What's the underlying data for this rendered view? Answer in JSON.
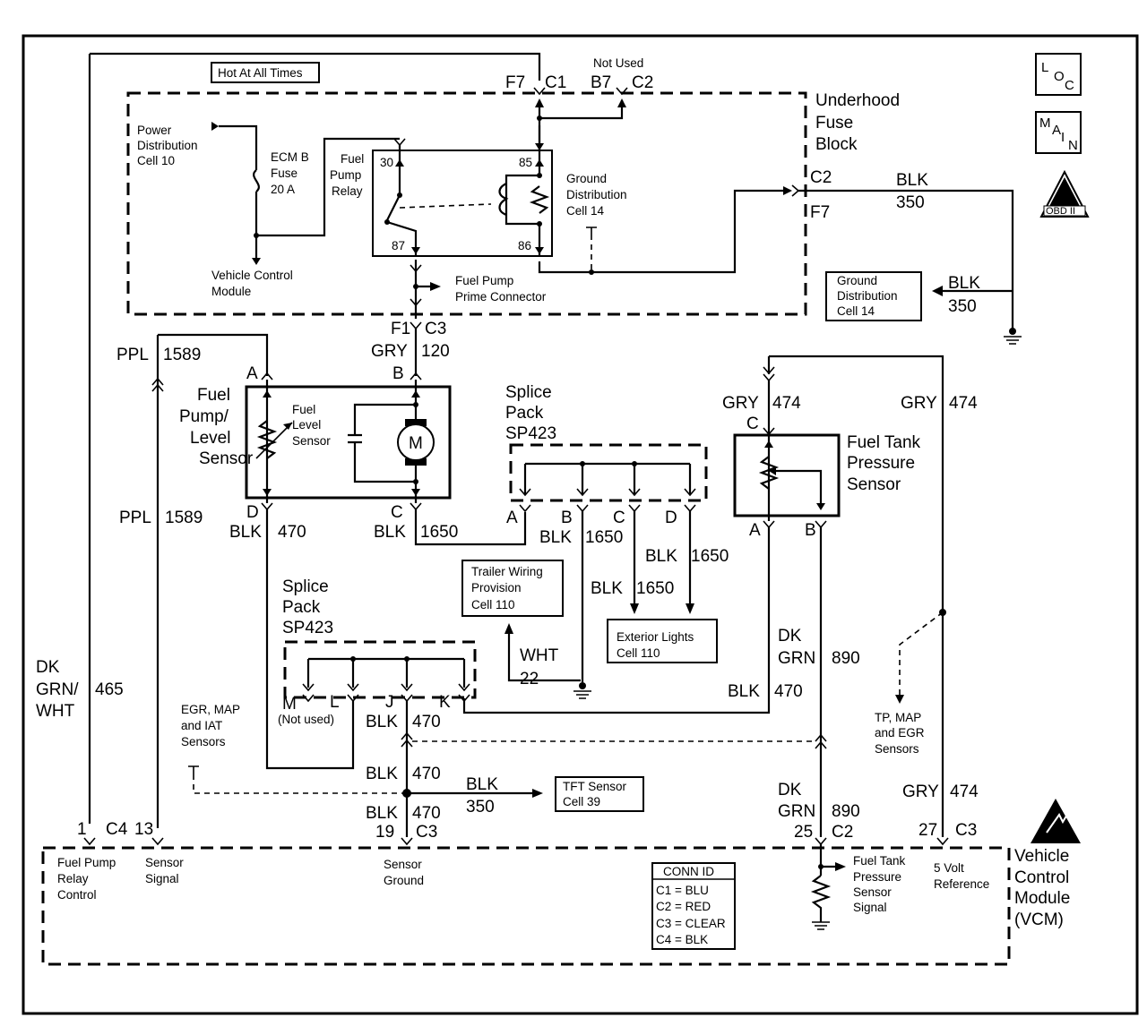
{
  "labels": {
    "hot_at_all_times": "Hot At All Times",
    "not_used_top": "Not Used",
    "underhood_fuse_block": [
      "Underhood",
      "Fuse",
      "Block"
    ],
    "power_distribution": [
      "Power",
      "Distribution",
      "Cell 10"
    ],
    "ecm_b_fuse": [
      "ECM B",
      "Fuse",
      "20 A"
    ],
    "fuel_pump_relay": [
      "Fuel",
      "Pump",
      "Relay"
    ],
    "ground_distribution_1": [
      "Ground",
      "Distribution",
      "Cell 14"
    ],
    "vehicle_control_module": [
      "Vehicle Control",
      "Module"
    ],
    "fuel_pump_prime_connector": [
      "Fuel Pump",
      "Prime  Connector"
    ],
    "ground_distribution_2": [
      "Ground",
      "Distribution",
      "Cell 14"
    ],
    "fuel_pump_level_sensor": [
      "Fuel",
      "Pump/",
      "Level",
      "Sensor"
    ],
    "fuel_level_sensor": [
      "Fuel",
      "Level",
      "Sensor"
    ],
    "motor": "M",
    "splice_pack_1": [
      "Splice",
      "Pack",
      "SP423"
    ],
    "splice_pack_2": [
      "Splice",
      "Pack",
      "SP423"
    ],
    "fuel_tank_pressure_sensor": [
      "Fuel Tank",
      "Pressure",
      "Sensor"
    ],
    "trailer_wiring": [
      "Trailer Wiring",
      "Provision",
      "Cell 110"
    ],
    "exterior_lights": [
      "Exterior Lights",
      "Cell 110"
    ],
    "not_used_m": "(Not used)",
    "egr_map_iat": [
      "EGR, MAP",
      "and IAT",
      "Sensors"
    ],
    "tp_map_egr": [
      "TP, MAP",
      "and EGR",
      "Sensors"
    ],
    "tft_sensor": [
      "TFT Sensor",
      "Cell 39"
    ],
    "vcm": [
      "Vehicle",
      "Control",
      "Module",
      "(VCM)"
    ],
    "fuel_pump_relay_control": [
      "Fuel Pump",
      "Relay",
      "Control"
    ],
    "sensor_signal": [
      "Sensor",
      "Signal"
    ],
    "sensor_ground": [
      "Sensor",
      "Ground"
    ],
    "ftp_sensor_signal": [
      "Fuel Tank",
      "Pressure",
      "Sensor",
      "Signal"
    ],
    "five_volt_ref": [
      "5 Volt",
      "Reference"
    ],
    "conn_id_title": "CONN ID",
    "conn_id": [
      "C1 = BLU",
      "C2 = RED",
      "C3 = CLEAR",
      "C4 = BLK"
    ],
    "loc": [
      "L",
      "O",
      "C"
    ],
    "main": [
      "M",
      "A",
      "I",
      "N"
    ],
    "obd": [
      "II",
      "OBD II"
    ]
  },
  "pins": {
    "f7": "F7",
    "c1": "C1",
    "b7": "B7",
    "c2": "C2",
    "f7_right": "F7",
    "t30": "30",
    "t85": "85",
    "t87": "87",
    "t86": "86",
    "f1": "F1",
    "c3": "C3",
    "a": "A",
    "b": "B",
    "c": "C",
    "d": "D",
    "sp_a": "A",
    "sp_b": "B",
    "sp_c": "C",
    "sp_d": "D",
    "ftp_c": "C",
    "ftp_a": "A",
    "ftp_b": "B",
    "m": "M",
    "l": "L",
    "j": "J",
    "k": "K",
    "vcm_1": "1",
    "vcm_c4": "C4",
    "vcm_13": "13",
    "vcm_19": "19",
    "vcm_c3a": "C3",
    "vcm_25": "25",
    "vcm_c2": "C2",
    "vcm_27": "27",
    "vcm_c3b": "C3"
  },
  "wires": {
    "blk": "BLK",
    "n350": "350",
    "gry": "GRY",
    "n120": "120",
    "ppl": "PPL",
    "n1589": "1589",
    "n470": "470",
    "n1650": "1650",
    "n474": "474",
    "dk": "DK",
    "grn": "GRN",
    "grn_slash": "GRN/",
    "wht": "WHT",
    "n465": "465",
    "n890": "890",
    "n22": "22"
  }
}
